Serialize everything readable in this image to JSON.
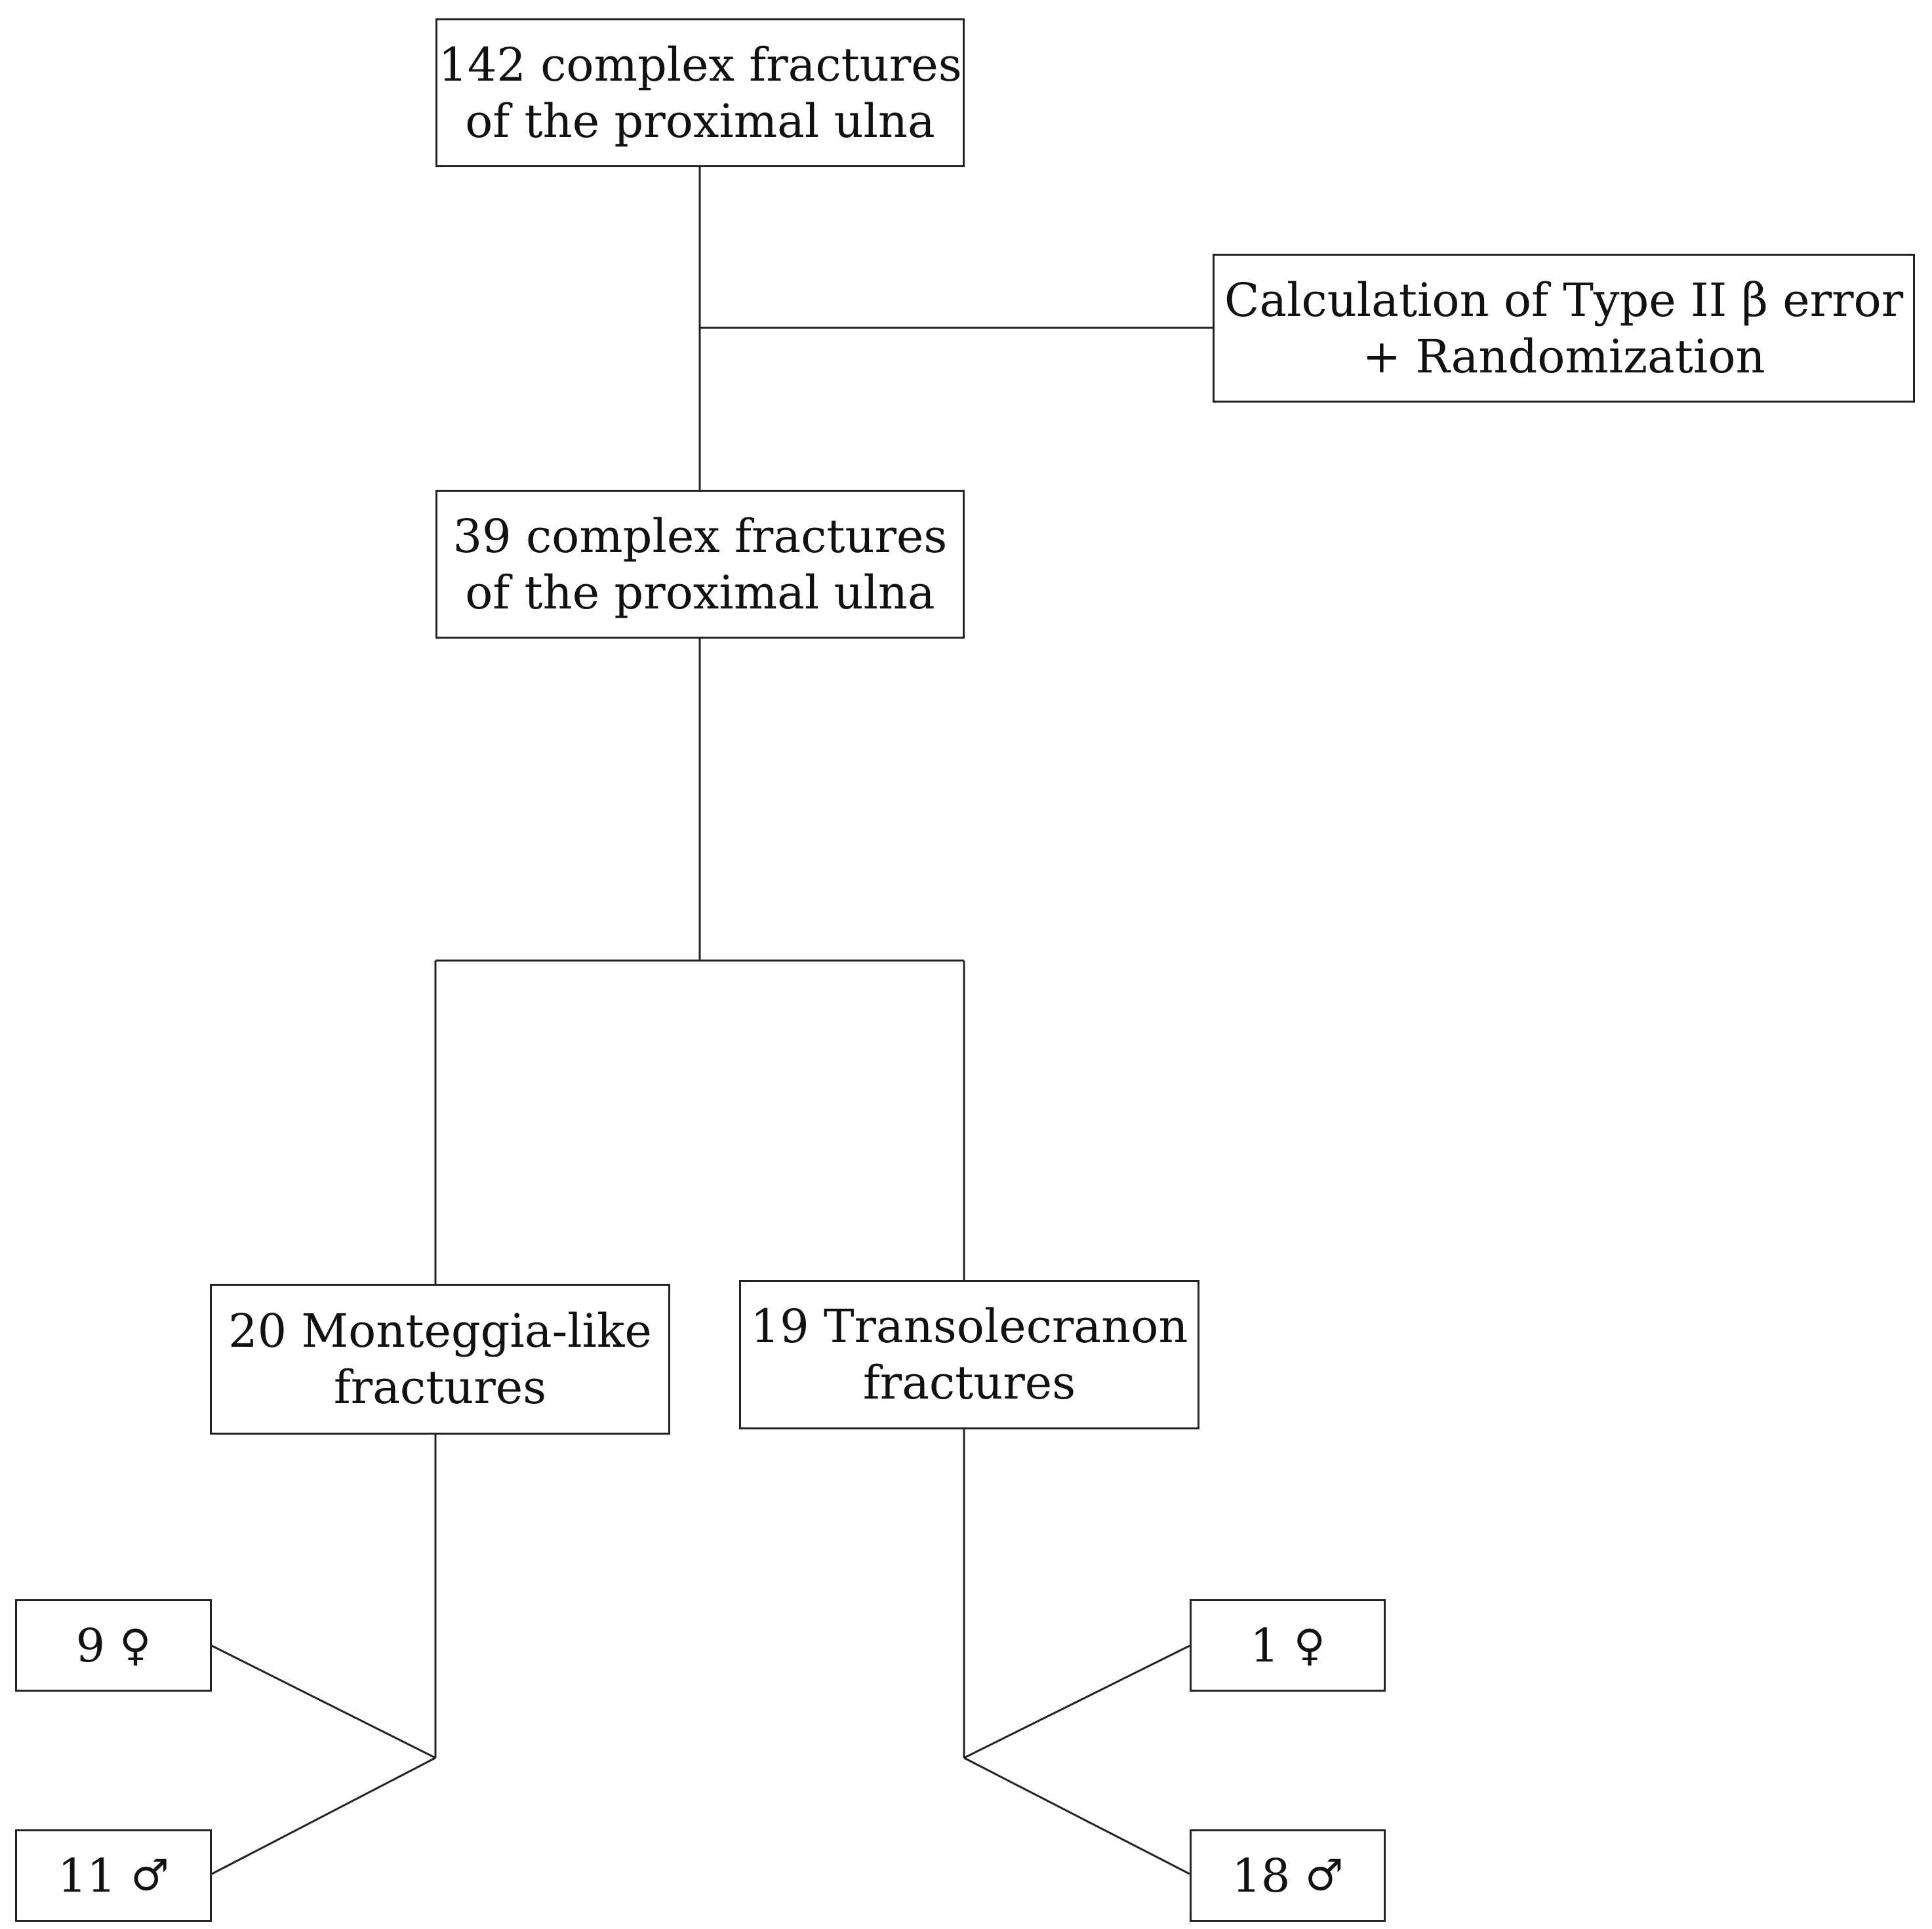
{
  "flowchart": {
    "top": {
      "line1": "142 complex fractures",
      "line2": "of the proximal ulna"
    },
    "side": {
      "line1": "Calculation of Type II β error",
      "line2": "+ Randomization"
    },
    "middle": {
      "line1": "39 complex fractures",
      "line2": "of the proximal ulna"
    },
    "monteggia": {
      "line1": "20 Monteggia-like",
      "line2": "fractures"
    },
    "transolecranon": {
      "line1": "19 Transolecranon",
      "line2": "fractures"
    },
    "monteggia_female": {
      "count": "9",
      "symbol": "♀"
    },
    "monteggia_male": {
      "count": "11",
      "symbol": "♂"
    },
    "transolecranon_female": {
      "count": "1",
      "symbol": "♀"
    },
    "transolecranon_male": {
      "count": "18",
      "symbol": "♂"
    }
  }
}
